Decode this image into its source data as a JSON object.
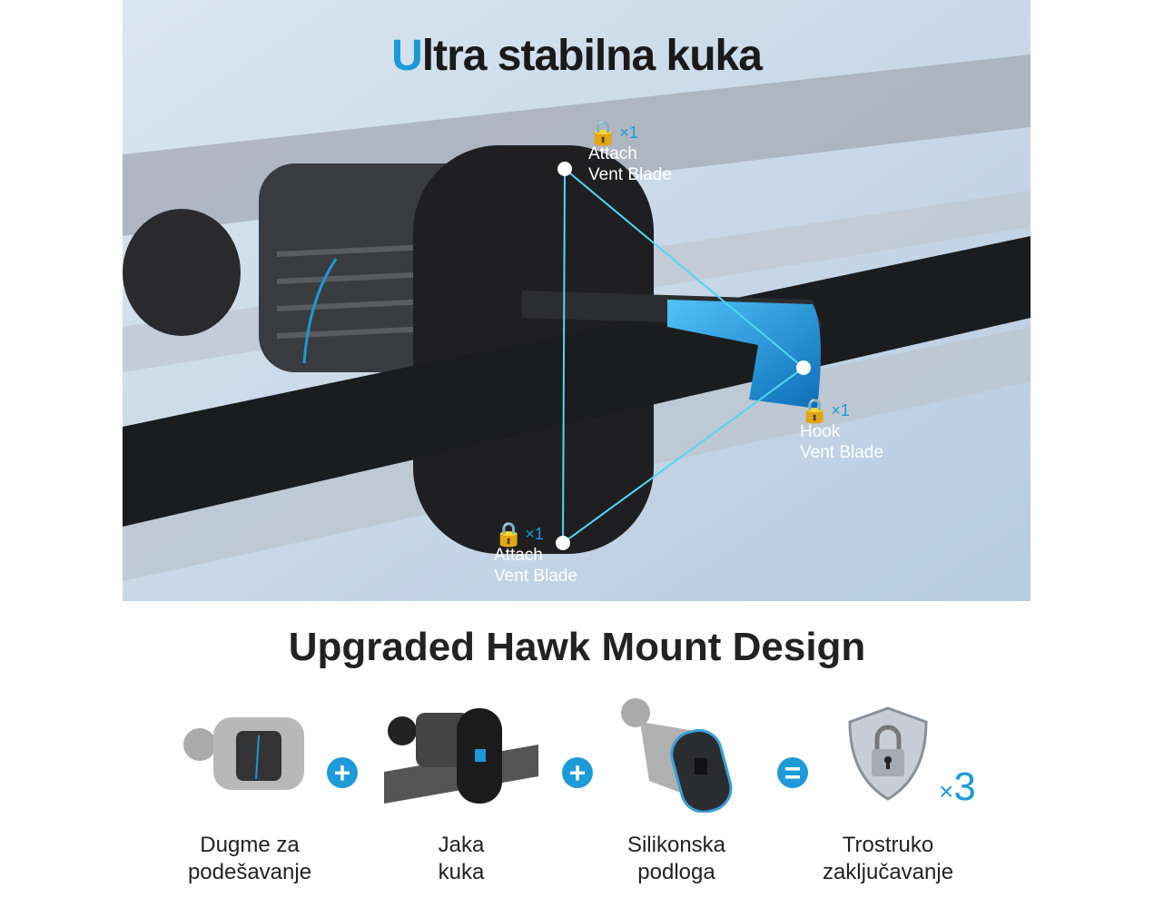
{
  "hero": {
    "title_first_letter": "U",
    "title_rest": "ltra stabilna kuka",
    "callouts": [
      {
        "count": "×1",
        "line1": "Attach",
        "line2": "Vent Blade"
      },
      {
        "count": "×1",
        "line1": "Hook",
        "line2": "Vent Blade"
      },
      {
        "count": "×1",
        "line1": "Attach",
        "line2": "Vent Blade"
      }
    ]
  },
  "design": {
    "title": "Upgraded Hawk Mount Design",
    "features": [
      {
        "line1": "Dugme za",
        "line2": "podešavanje"
      },
      {
        "line1": "Jaka",
        "line2": "kuka"
      },
      {
        "line1": "Silikonska",
        "line2": "podloga"
      },
      {
        "line1": "Trostruko",
        "line2": "zaključavanje"
      }
    ],
    "operators": [
      "+",
      "+",
      "="
    ],
    "multiplier_symbol": "×",
    "multiplier_value": "3"
  },
  "colors": {
    "accent": "#1a9ad6",
    "dark": "#1a1a1a"
  }
}
